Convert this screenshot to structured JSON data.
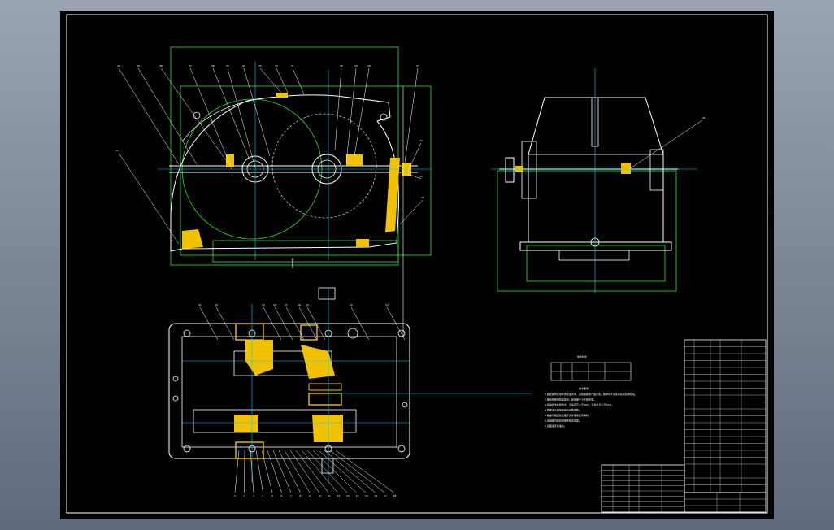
{
  "viewport": {
    "background": "#6f7a8c"
  },
  "sheet": {
    "background": "#000000"
  },
  "colors": {
    "outline": "#ffffff",
    "construction": "#27e627",
    "centerline": "#00d2ff",
    "section": "#f2c200",
    "leader": "#ffffff"
  },
  "front_view_labels": [
    "40",
    "39",
    "38",
    "37",
    "36",
    "35",
    "34",
    "33",
    "32",
    "31",
    "30",
    "29",
    "28",
    "27",
    "26"
  ],
  "front_view_side_labels": [
    "25",
    "24",
    "23",
    "22"
  ],
  "top_view_labels_top": [
    "21",
    "20",
    "19",
    "18",
    "17",
    "16",
    "15",
    "14",
    "13"
  ],
  "top_view_labels_bottom": [
    "1",
    "2",
    "3",
    "4",
    "5",
    "6",
    "7",
    "8",
    "9",
    "10",
    "11",
    "12",
    "13",
    "14",
    "15",
    "16",
    "17",
    "18"
  ],
  "side_view_label": "41",
  "spec_table": {
    "title": "技术特性",
    "rows": [
      [
        "",
        "",
        "",
        "",
        ""
      ],
      [
        "",
        "",
        "",
        "",
        ""
      ]
    ]
  },
  "tech_requirements": {
    "title": "技术要求",
    "lines": [
      "1.装配前所有零件用煤油清洗，滚动轴承用汽油清洗，箱体内不允许有任何杂物存在。",
      "2.啮合侧隙用铅丝检验，其余量不小于规定值。",
      "3.用涂色法检验斑点，沿齿高不小于40%，沿齿长不小于50%。",
      "4.圆锥滚子轴承的轴向间隙调整。",
      "5.箱盖与箱座接合面不允许使用任何填料。",
      "6.减速器内装润滑油至规定高度。",
      "7.表面涂灰色油漆。"
    ]
  },
  "parts_list_upper": {
    "rows": 22
  },
  "parts_list_lower": {
    "rows": 9
  },
  "title_block": {
    "rows": [
      "",
      "",
      ""
    ]
  }
}
